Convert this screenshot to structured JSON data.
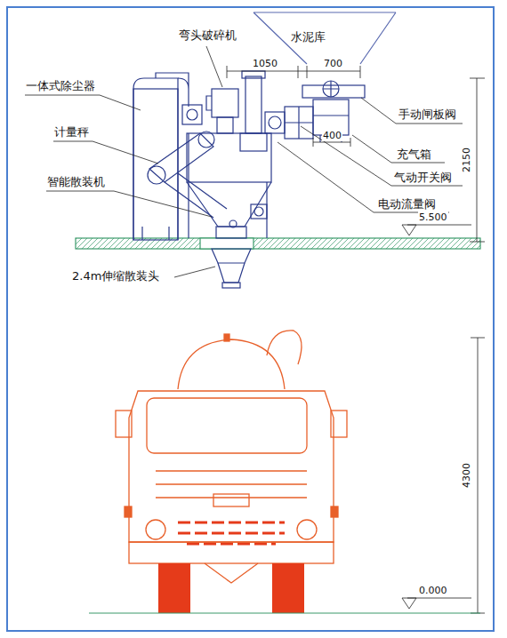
{
  "diagram": {
    "labels": [
      "弯头破碎机",
      "水泥库",
      "一体式除尘器",
      "计量秤",
      "智能散装机",
      "2.4m伸缩散装头",
      "手动闸板阀",
      "充气箱",
      "气动开关阀",
      "电动流量阀",
      "1050",
      "700",
      "400",
      "2150",
      "5.500",
      "4300",
      "0.000"
    ]
  }
}
